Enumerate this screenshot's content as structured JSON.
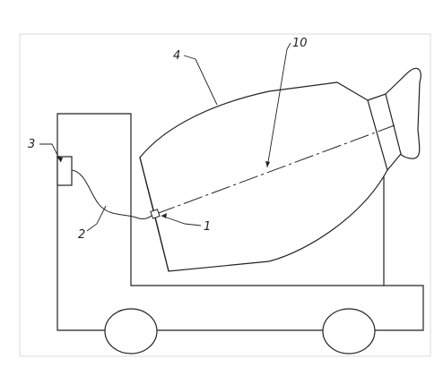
{
  "labels": {
    "sensor": "1",
    "cable": "2",
    "control_box": "3",
    "drum": "4",
    "axis": "10"
  },
  "colors": {
    "line": "#222222",
    "frame": "#d9d9d9",
    "background": "#ffffff"
  }
}
